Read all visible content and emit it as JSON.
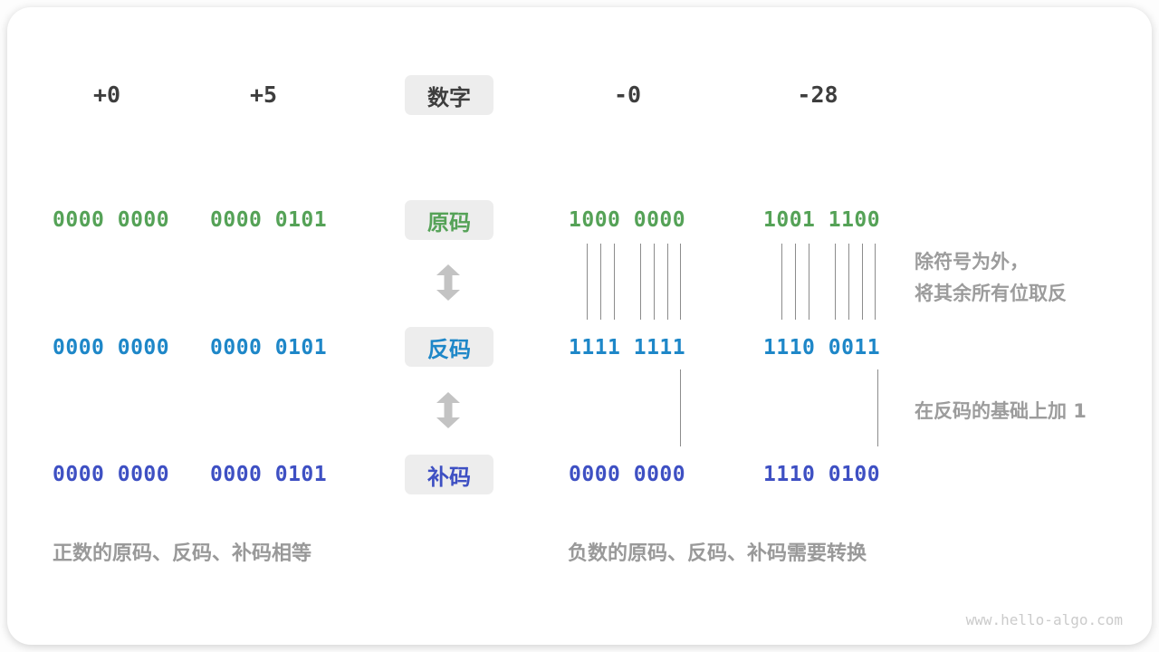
{
  "header": {
    "pos_zero": "+0",
    "pos_five": "+5",
    "center_label": "数字",
    "neg_zero": "-0",
    "neg_twentyeight": "-28"
  },
  "rows": [
    {
      "key": "sign-magnitude",
      "label": "原码",
      "color": "#55a257",
      "values": [
        "0000 0000",
        "0000 0101",
        "1000 0000",
        "1001 1100"
      ]
    },
    {
      "key": "ones-complement",
      "label": "反码",
      "color": "#1e87c8",
      "values": [
        "0000 0000",
        "0000 0101",
        "1111 1111",
        "1110 0011"
      ]
    },
    {
      "key": "twos-complement",
      "label": "补码",
      "color": "#3e50c3",
      "values": [
        "0000 0000",
        "0000 0101",
        "0000 0000",
        "1110 0100"
      ]
    }
  ],
  "annotations": {
    "flip_line1": "除符号为外，",
    "flip_line2": "将其余所有位取反",
    "add_one": "在反码的基础上加 1"
  },
  "captions": {
    "positive": "正数的原码、反码、补码相等",
    "negative": "负数的原码、反码、补码需要转换"
  },
  "footer": {
    "watermark": "www.hello-algo.com"
  },
  "colors": {
    "sign_magnitude_green": "#55a257",
    "ones_complement_blue": "#1e87c8",
    "twos_complement_indigo": "#3e50c3",
    "annotation_gray": "#9c9c9c",
    "label_box_bg": "#ededed",
    "header_text": "#3e3e3e",
    "arrow_gray": "#c3c3c3"
  }
}
